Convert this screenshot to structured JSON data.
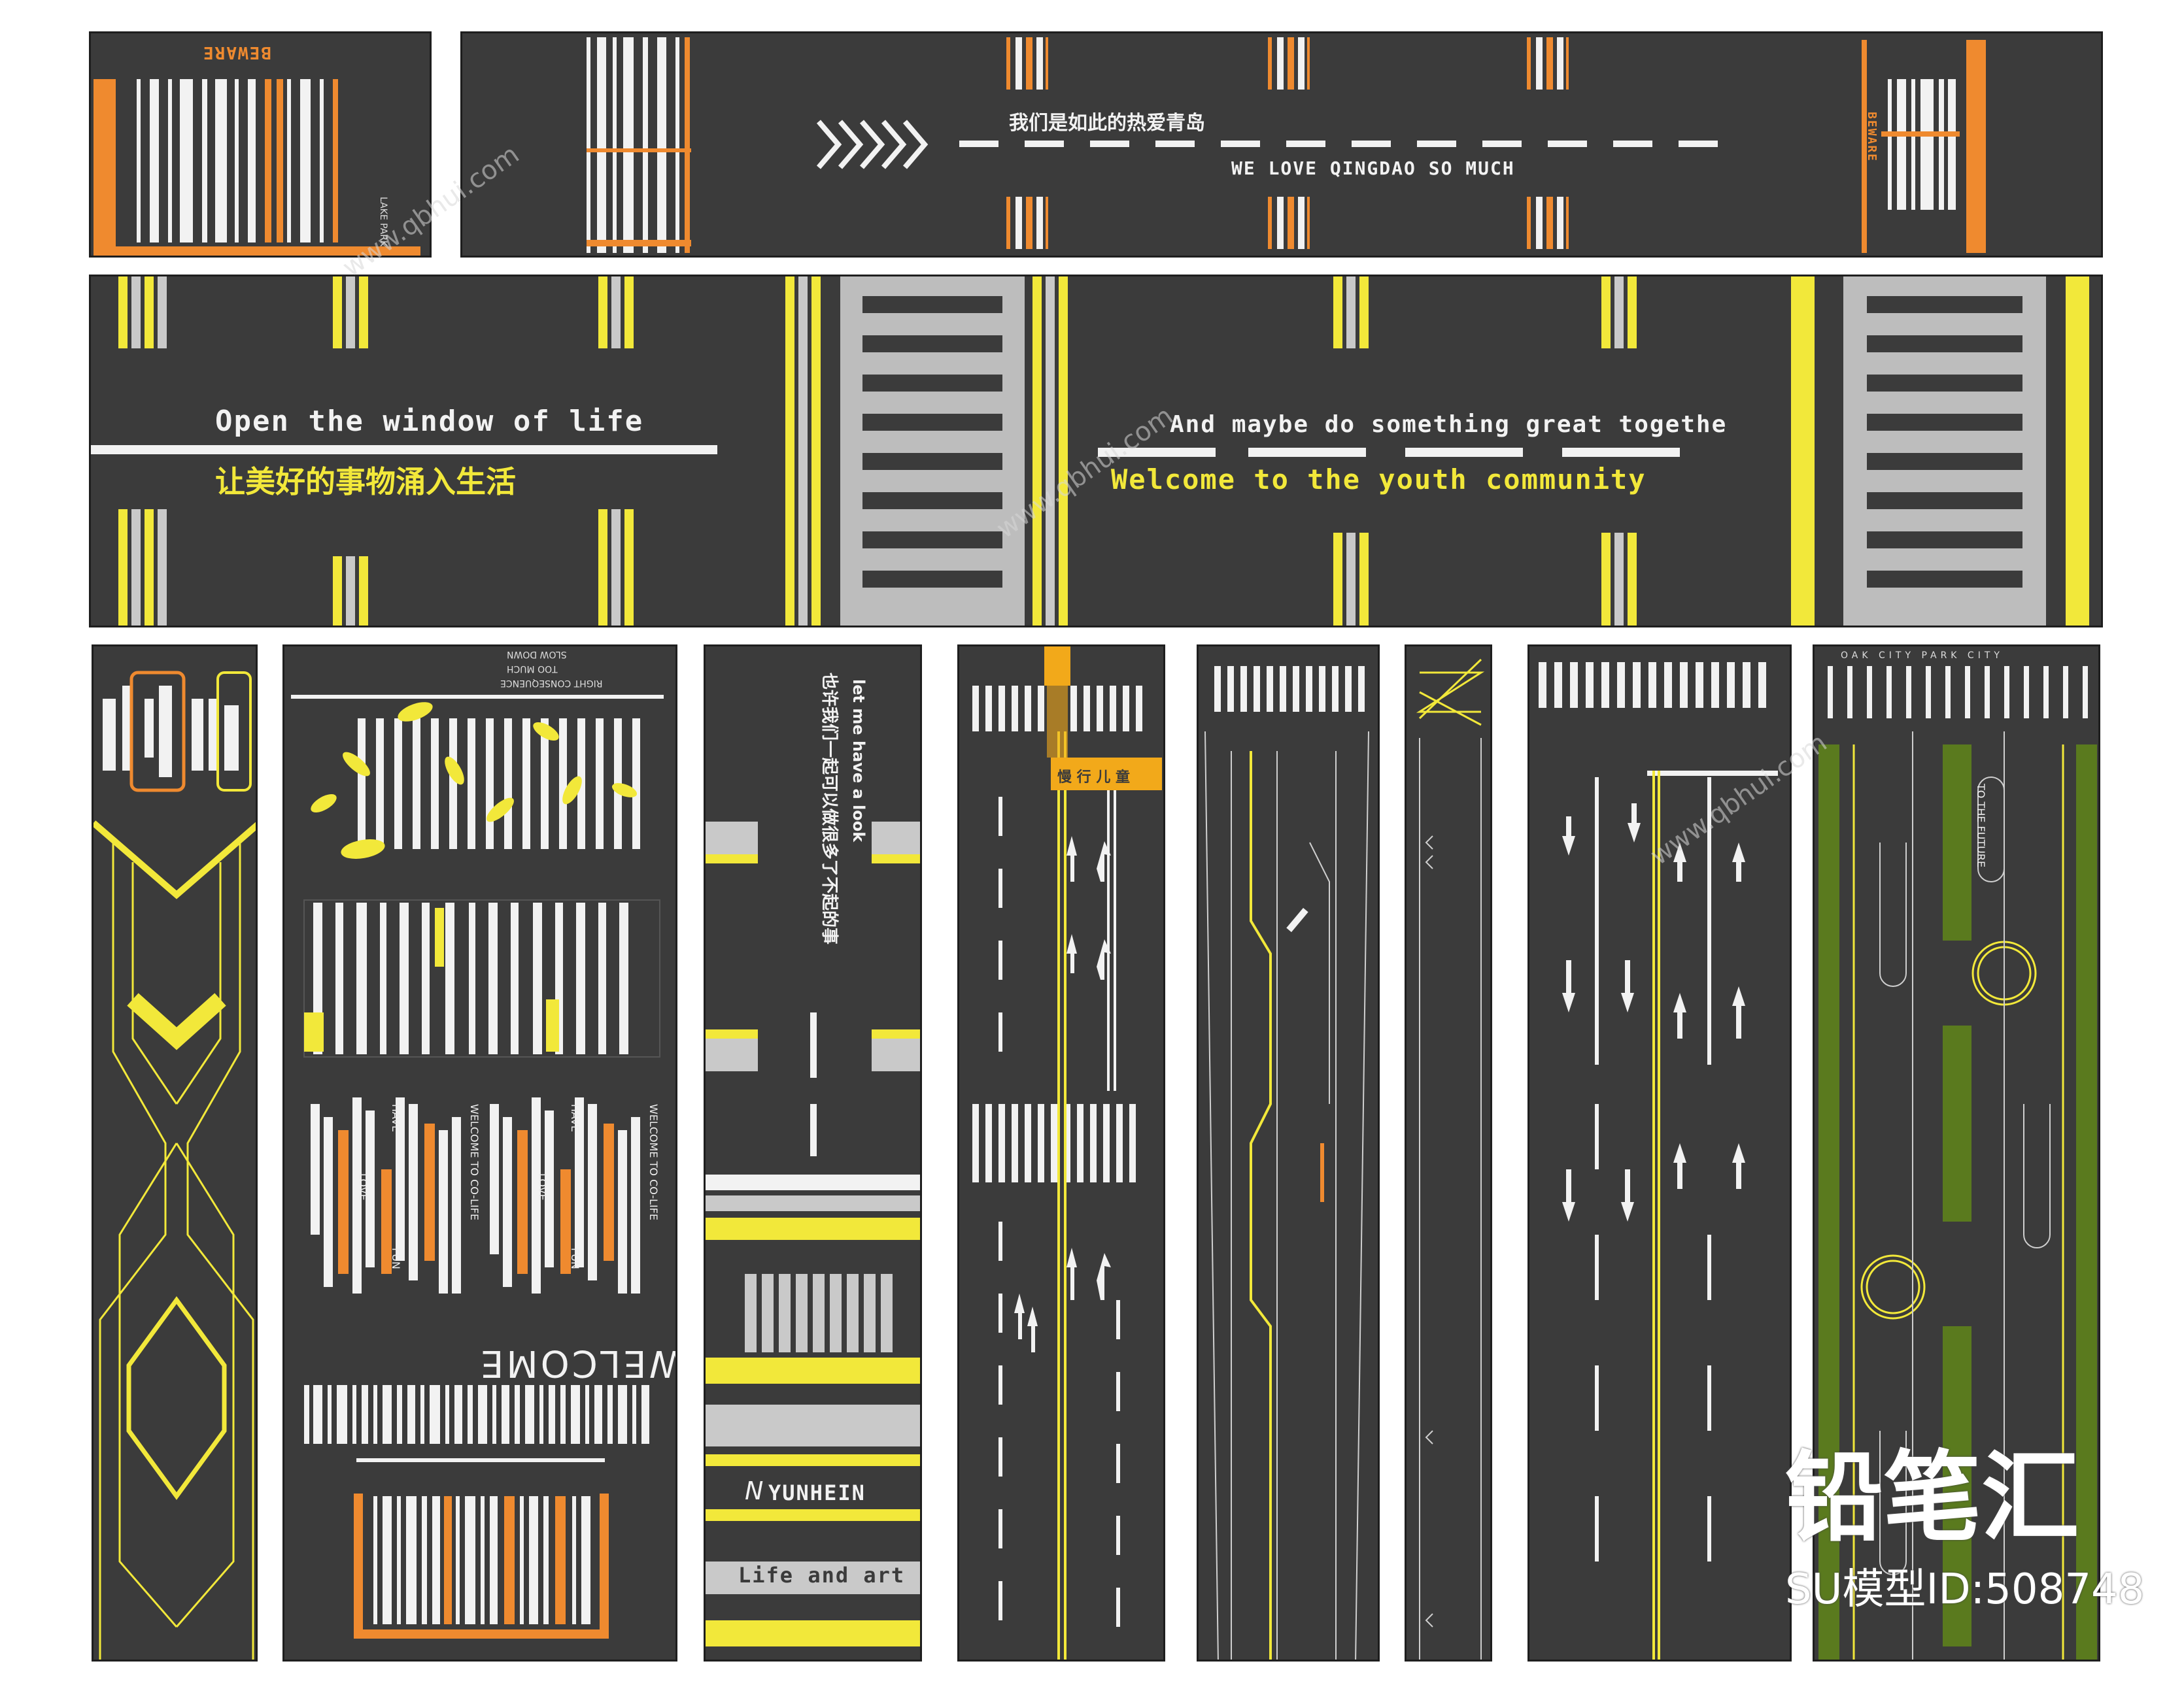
{
  "panel_top_left": {
    "beware": "BEWARE",
    "side_text": "LAKE PARK"
  },
  "panel_top_wide": {
    "cn_slogan": "我们是如此的热爱青岛",
    "en_slogan": "WE LOVE QINGDAO SO MUCH",
    "end_label": "BEWARE"
  },
  "panel_mid": {
    "left_en": "Open the window of life",
    "left_cn": "让美好的事物涌入生活",
    "right_en": "And maybe do something great togethe",
    "right_en2": "Welcome to the youth community"
  },
  "strip_leaves": {
    "top_text": [
      "SLOW DOWN",
      "TOO MUCH",
      "RIGHT CONSEQUENCE"
    ],
    "have": "HAVE",
    "love": "LOVE",
    "fun": "FUN",
    "welcome_co": "WELCOME TO CO-LIFE",
    "welcome_big": "WELCOME"
  },
  "strip_look": {
    "en": "let me have a look",
    "cn": "也许我们一起可以做很多了不起的事",
    "brand": "YUNHEIN",
    "brand_prefix": "N",
    "tagline": "Life and art"
  },
  "strip_school": {
    "sign": "慢 行 儿 童"
  },
  "strip_future": {
    "label": "TO THE FUTURE",
    "top_text": "OAK CITY PARK CITY"
  },
  "watermark": {
    "brand": "铅笔汇",
    "model_id": "SU模型ID:508748",
    "url": "www.qbhui.com"
  },
  "colors": {
    "asphalt": "#3b3b3b",
    "yellow": "#f2e83a",
    "orange": "#ef8a2f",
    "grass": "#5a7a1e"
  }
}
